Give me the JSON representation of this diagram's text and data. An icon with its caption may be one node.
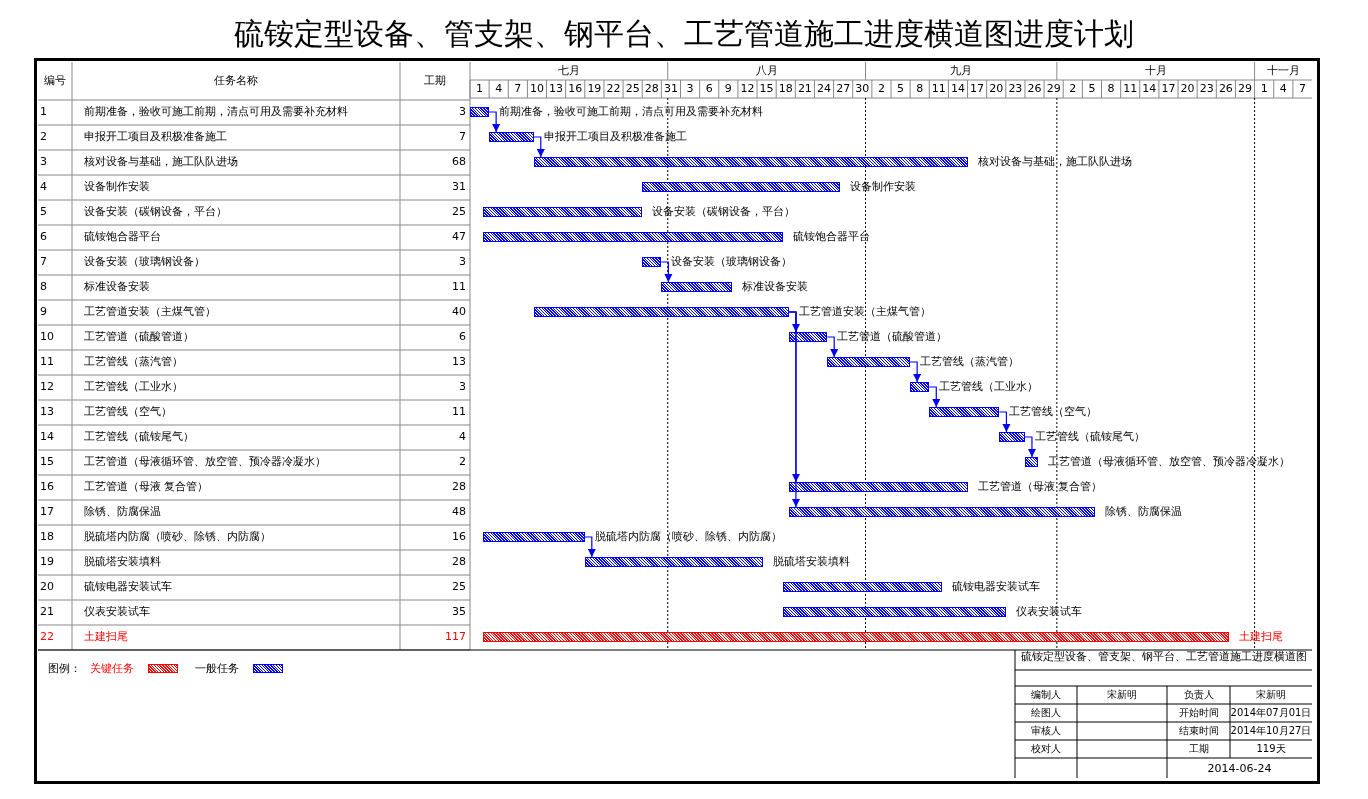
{
  "diagram": {
    "title": "硫铵定型设备、管支架、钢平台、工艺管道施工进度横道图进度计划",
    "nodes": [
      {
        "text": [],
        "shape": "bar",
        "beside": [
          "前期准备，验收可施工前期，清点可用及需要补充材料"
        ]
      },
      {
        "text": [],
        "shape": "bar",
        "beside": [
          "申报开工项目及积极准备施工"
        ]
      },
      {
        "text": [],
        "shape": "bar",
        "beside": [
          "核对设备与基础，施工队队进场"
        ]
      },
      {
        "text": [],
        "shape": "bar",
        "beside": [
          "设备制作安装"
        ]
      },
      {
        "text": [],
        "shape": "bar",
        "beside": [
          "设备安装（碳钢设备，平台）"
        ]
      },
      {
        "text": [],
        "shape": "bar",
        "beside": [
          "硫铵饱合器平台"
        ]
      },
      {
        "text": [],
        "shape": "bar",
        "beside": [
          "设备安装（玻璃钢设备）"
        ]
      },
      {
        "text": [],
        "shape": "bar",
        "beside": [
          "标准设备安装"
        ]
      },
      {
        "text": [],
        "shape": "bar",
        "beside": [
          "工艺管道安装（主煤气管）"
        ]
      },
      {
        "text": [],
        "shape": "bar",
        "beside": [
          "工艺管道（硫酸管道）"
        ]
      },
      {
        "text": [],
        "shape": "bar",
        "beside": [
          "工艺管线（蒸汽管）"
        ]
      },
      {
        "text": [],
        "shape": "bar",
        "beside": [
          "工艺管线（工业水）"
        ]
      },
      {
        "text": [],
        "shape": "bar",
        "beside": [
          "工艺管线（空气）"
        ]
      },
      {
        "text": [],
        "shape": "bar",
        "beside": [
          "工艺管线（硫铵尾气）"
        ]
      },
      {
        "text": [],
        "shape": "bar",
        "beside": [
          "工艺管道（母液循环管、放空管、预冷器冷凝水）"
        ]
      },
      {
        "text": [],
        "shape": "bar",
        "beside": [
          "工艺管道（母液 复合管）"
        ]
      },
      {
        "text": [],
        "shape": "bar",
        "beside": [
          "除锈、防腐保温"
        ]
      },
      {
        "text": [],
        "shape": "bar",
        "beside": [
          "脱硫塔内防腐（喷砂、除锈、内防腐）"
        ]
      },
      {
        "text": [],
        "shape": "bar",
        "beside": [
          "脱硫塔安装填料"
        ]
      },
      {
        "text": [],
        "shape": "bar",
        "beside": [
          "硫铵电器安装试车"
        ]
      },
      {
        "text": [],
        "shape": "bar",
        "beside": [
          "仪表安装试车"
        ]
      },
      {
        "text": [],
        "shape": "bar",
        "beside": [
          "土建扫尾"
        ]
      }
    ],
    "edges": [
      {
        "from": 0,
        "to": 1,
        "arrow": "to"
      },
      {
        "from": 1,
        "to": 2,
        "arrow": "to"
      },
      {
        "from": 6,
        "to": 7,
        "arrow": "to"
      },
      {
        "from": 8,
        "to": 9,
        "arrow": "to"
      },
      {
        "from": 9,
        "to": 10,
        "arrow": "to"
      },
      {
        "from": 10,
        "to": 11,
        "arrow": "to"
      },
      {
        "from": 11,
        "to": 12,
        "arrow": "to"
      },
      {
        "from": 12,
        "to": 13,
        "arrow": "to"
      },
      {
        "from": 13,
        "to": 14,
        "arrow": "to"
      },
      {
        "from": 8,
        "to": 15,
        "arrow": "to"
      },
      {
        "from": 8,
        "to": 16,
        "arrow": "to"
      },
      {
        "from": 17,
        "to": 18,
        "arrow": "to"
      }
    ],
    "labels": [
      "编号",
      "任务名称",
      "工期",
      "七月",
      "八月",
      "九月",
      "十月",
      "十一月",
      "1",
      "4",
      "7",
      "10",
      "13",
      "16",
      "19",
      "22",
      "25",
      "28",
      "31",
      "3",
      "6",
      "9",
      "12",
      "15",
      "18",
      "21",
      "24",
      "27",
      "30",
      "2",
      "5",
      "8",
      "11",
      "14",
      "17",
      "20",
      "23",
      "26",
      "29",
      "2",
      "5",
      "8",
      "11",
      "14",
      "17",
      "20",
      "23",
      "26",
      "29",
      "1",
      "4",
      "7",
      "1",
      "前期准备，验收可施工前期，清点可用及需要补充材料",
      "3",
      "2",
      "申报开工项目及积极准备施工",
      "7",
      "3",
      "核对设备与基础，施工队队进场",
      "68",
      "4",
      "设备制作安装",
      "31",
      "5",
      "设备安装（碳钢设备，平台）",
      "25",
      "6",
      "硫铵饱合器平台",
      "47",
      "7",
      "设备安装（玻璃钢设备）",
      "3",
      "8",
      "标准设备安装",
      "11",
      "9",
      "工艺管道安装（主煤气管）",
      "40",
      "10",
      "工艺管道（硫酸管道）",
      "6",
      "11",
      "工艺管线（蒸汽管）",
      "13",
      "12",
      "工艺管线（工业水）",
      "3",
      "13",
      "工艺管线（空气）",
      "11",
      "14",
      "工艺管线（硫铵尾气）",
      "4",
      "15",
      "工艺管道（母液循环管、放空管、预冷器冷凝水）",
      "2",
      "16",
      "工艺管道（母液 复合管）",
      "28",
      "17",
      "除锈、防腐保温",
      "48",
      "18",
      "脱硫塔内防腐（喷砂、除锈、内防腐）",
      "16",
      "19",
      "脱硫塔安装填料",
      "28",
      "20",
      "硫铵电器安装试车",
      "25",
      "21",
      "仪表安装试车",
      "35",
      "22",
      "土建扫尾",
      "117",
      "图例：",
      "硫铵定型设备、管支架、钢平台、工艺管道施工进度横道图",
      "编制人",
      "宋新明",
      "负责人",
      "宋新明",
      "绘图人",
      "开始时间",
      "2014年07月01日",
      "审核人",
      "结束时间",
      "2014年10月27日",
      "校对人",
      "工期",
      "119天",
      "2014-06-24"
    ],
    "legend": [
      {
        "text": "关键任务",
        "color": "#ff0000"
      },
      {
        "text": "一般任务",
        "color": "#0000ff"
      }
    ]
  }
}
